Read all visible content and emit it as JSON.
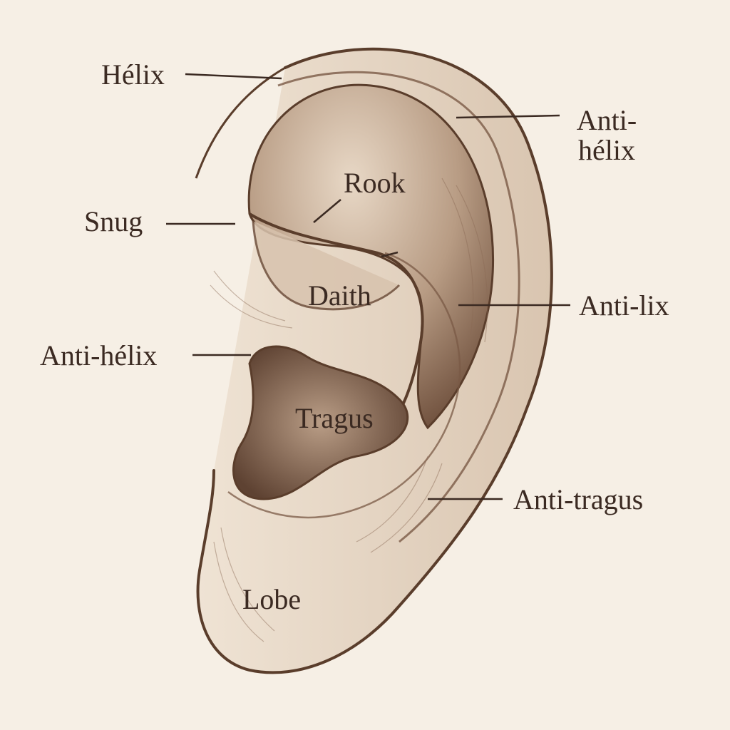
{
  "diagram": {
    "labels": {
      "helix": "Hélix",
      "antihelix_top_1": "Anti-",
      "antihelix_top_2": "hélix",
      "rook": "Rook",
      "snug": "Snug",
      "daith": "Daith",
      "antilix": "Anti-lix",
      "antihelix_left": "Anti-hélix",
      "tragus": "Tragus",
      "antitragus": "Anti-tragus",
      "lobe": "Lobe"
    },
    "colors": {
      "background": "#f6efe5",
      "ink": "#3b2a22",
      "stroke": "#5a3d2b",
      "shade": "#8a6a55"
    }
  }
}
